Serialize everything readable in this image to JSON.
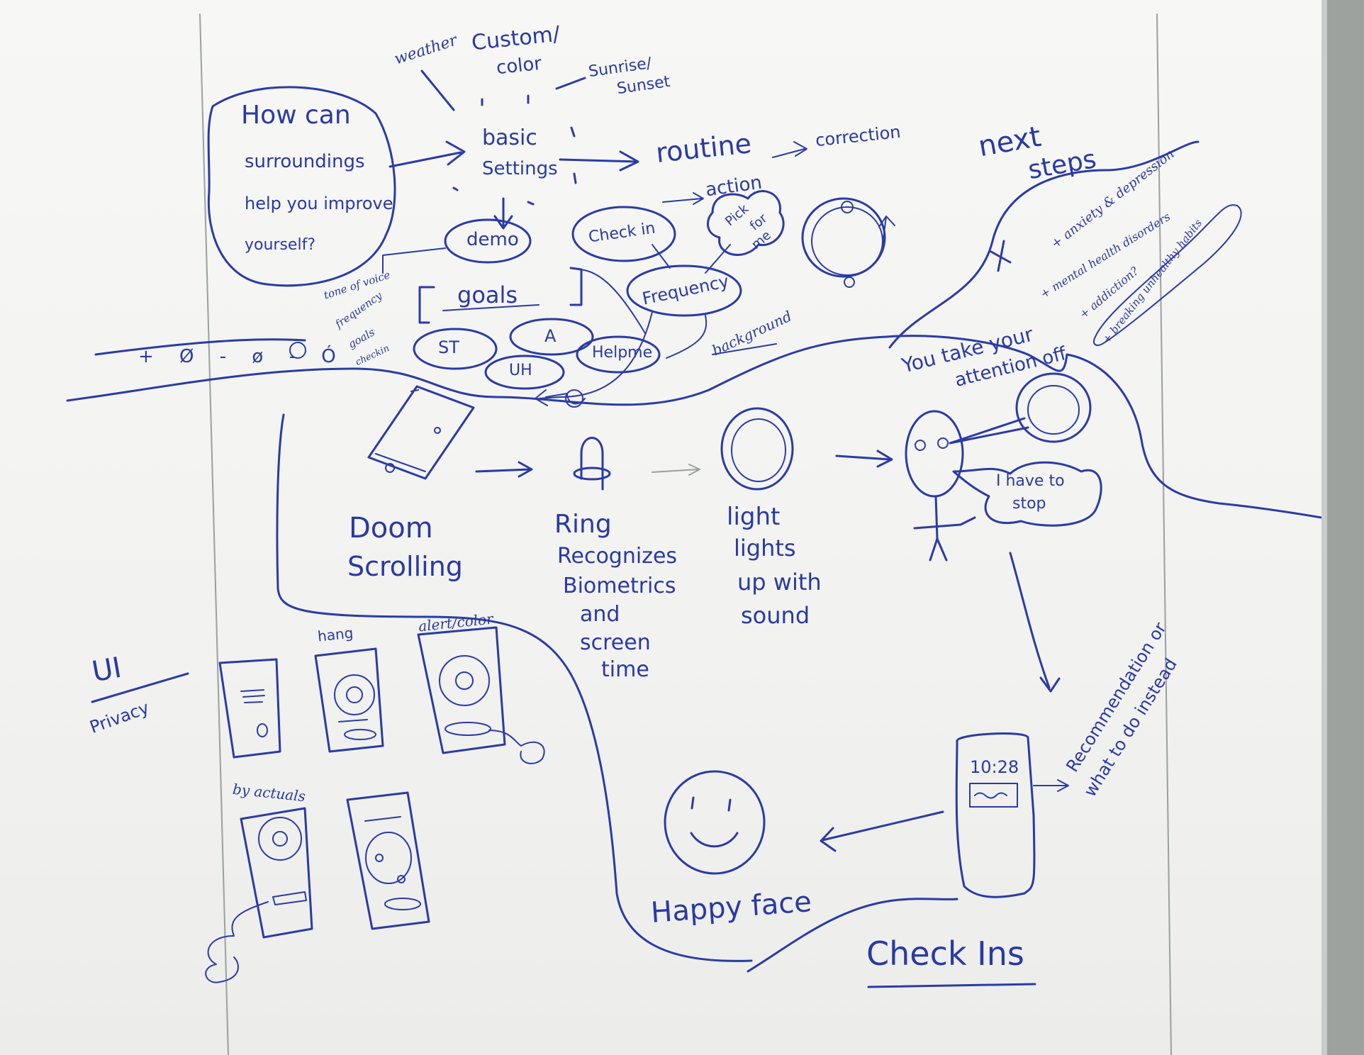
{
  "board": {
    "question": [
      "How can",
      "surroundings",
      "help you improve",
      "yourself?"
    ],
    "settings_options": {
      "weather": "weather",
      "custom_color": [
        "Custom/",
        "color"
      ],
      "sunrise_sunset": [
        "Sunrise/",
        "Sunset"
      ]
    },
    "basic_settings": [
      "basic",
      "Settings"
    ],
    "routine": "routine",
    "correction": "correction",
    "action": "action",
    "check_in": "Check in",
    "pick_for_me": [
      "Pick",
      "for",
      "me"
    ],
    "frequency": "Frequency",
    "background": "background",
    "demo": "demo",
    "goals_side_notes": [
      "tone of voice",
      "frequency",
      "goals",
      "checkin"
    ],
    "goals": "goals",
    "goal_bubbles": [
      "ST",
      "A",
      "UH",
      "Helpme"
    ],
    "scale_line": "+ Ø - ø - Ó",
    "next_steps": [
      "next",
      "steps"
    ],
    "next_steps_items": [
      "+ anxiety & depression",
      "+ mental health disorders",
      "+ addiction?",
      "+ breaking unhealthy habits"
    ],
    "flow": {
      "doom": [
        "Doom",
        "Scrolling"
      ],
      "ring": [
        "Ring",
        "Recognizes",
        "Biometrics",
        "and",
        "screen",
        "time"
      ],
      "light": [
        "light",
        "lights",
        "up with",
        "sound"
      ],
      "attention": [
        "You take your",
        "attention off"
      ],
      "thought": [
        "I have to",
        "stop"
      ]
    },
    "recommendation": [
      "Recommendation or",
      "what to do instead"
    ],
    "phone_time": "10:28",
    "happy_face": "Happy face",
    "check_ins": "Check Ins",
    "ui": "UI",
    "privacy": "Privacy",
    "wireframe_labels": {
      "hang": "hang",
      "alert_color": "alert/color",
      "by_actuals": "by actuals"
    }
  }
}
